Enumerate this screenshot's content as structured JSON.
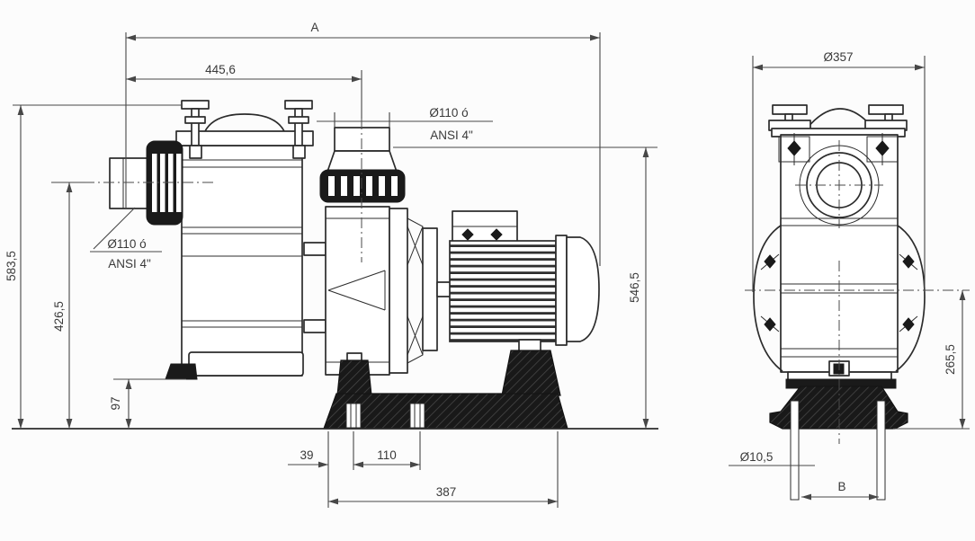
{
  "title": "Pump dimensional drawing",
  "colors": {
    "background": "#fcfcfc",
    "object_line": "#2c2c2c",
    "dimension_line": "#474747",
    "text": "#3a3a3a",
    "solid_fill": "#1a1a1a"
  },
  "side_view": {
    "name": "side view",
    "dims": {
      "overall_length": "A",
      "length_to_outlet_axis": "445,6",
      "outlet_diameter": "Ø110 ó",
      "outlet_standard": "ANSI 4\"",
      "inlet_diameter": "Ø110 ó",
      "inlet_standard": "ANSI 4\"",
      "overall_height": "583,5",
      "inlet_axis_height": "426,5",
      "base_plate_height": "97",
      "outlet_height": "546,5",
      "foot_slot_offset": "39",
      "foot_slot_spacing": "110",
      "base_length": "387"
    }
  },
  "front_view": {
    "name": "front view",
    "dims": {
      "body_diameter": "Ø357",
      "axis_height": "265,5",
      "anchor_bolt_diameter": "Ø10,5",
      "foot_bolt_spacing": "B"
    }
  }
}
